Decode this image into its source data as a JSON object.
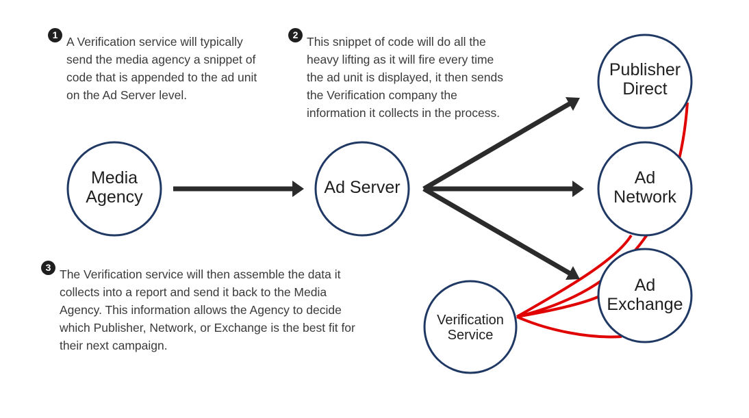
{
  "nodes": {
    "media_agency": [
      "Media",
      "Agency"
    ],
    "ad_server": [
      "Ad Server"
    ],
    "publisher_direct": [
      "Publisher",
      "Direct"
    ],
    "ad_network": [
      "Ad",
      "Network"
    ],
    "ad_exchange": [
      "Ad",
      "Exchange"
    ],
    "verification_service": [
      "Verification",
      "Service"
    ]
  },
  "notes": [
    {
      "number": "1",
      "text": "A Verification service will typically\nsend the media agency a snippet of\ncode that is appended to the ad unit\non the Ad Server level."
    },
    {
      "number": "2",
      "text": "This snippet of code will do all the\nheavy lifting as it will fire every time\nthe ad unit is displayed, it then sends\nthe Verification company the\ninformation it collects in the process."
    },
    {
      "number": "3",
      "text": "The Verification service will then assemble the data it\ncollects into a report and send it back to the Media\nAgency. This information allows the Agency to decide\nwhich Publisher, Network, or Exchange is the best fit for\ntheir next campaign."
    }
  ],
  "colors": {
    "circle_stroke": "#1f3864",
    "arrow": "#2b2b2b",
    "verification_link": "#e00000"
  }
}
